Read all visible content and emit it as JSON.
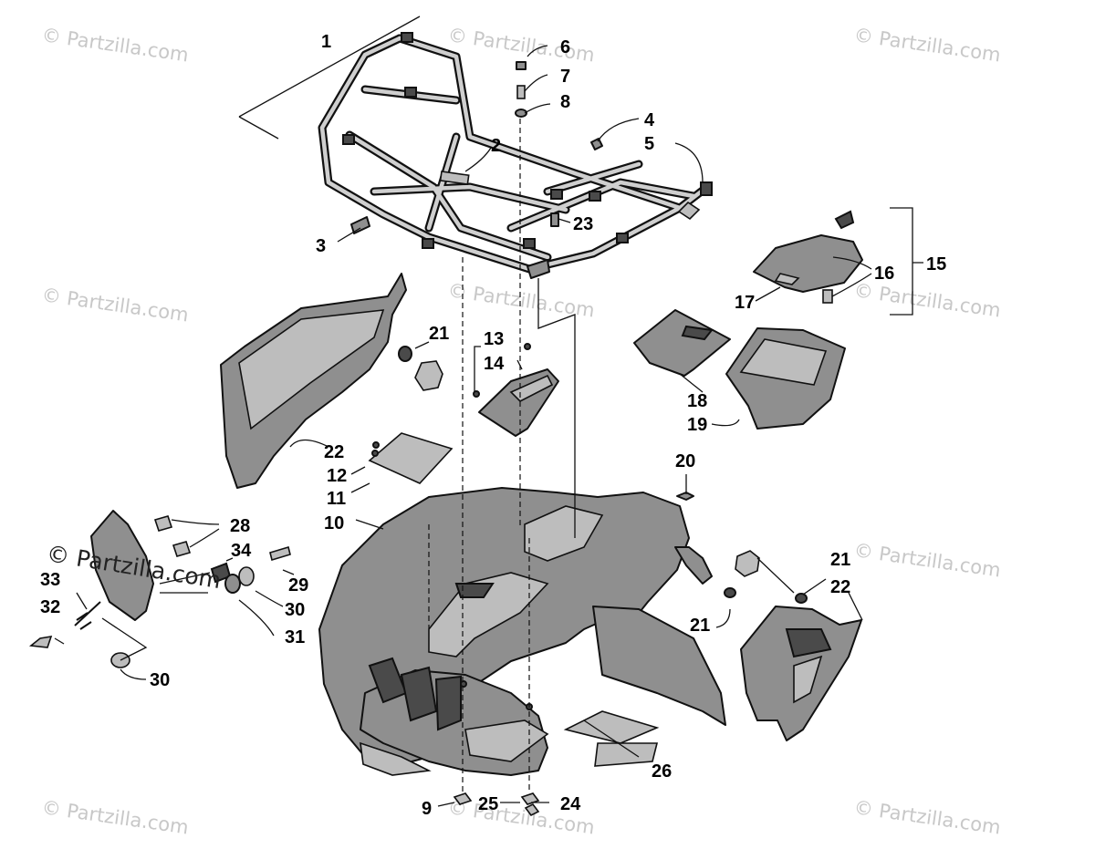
{
  "watermark": "© Partzilla.com",
  "callouts": [
    {
      "id": "c1",
      "text": "1"
    },
    {
      "id": "c2",
      "text": "2"
    },
    {
      "id": "c3",
      "text": "3"
    },
    {
      "id": "c4",
      "text": "4"
    },
    {
      "id": "c5",
      "text": "5"
    },
    {
      "id": "c6",
      "text": "6"
    },
    {
      "id": "c7",
      "text": "7"
    },
    {
      "id": "c8",
      "text": "8"
    },
    {
      "id": "c9",
      "text": "9"
    },
    {
      "id": "c10",
      "text": "10"
    },
    {
      "id": "c11",
      "text": "11"
    },
    {
      "id": "c12",
      "text": "12"
    },
    {
      "id": "c13",
      "text": "13"
    },
    {
      "id": "c14",
      "text": "14"
    },
    {
      "id": "c15",
      "text": "15"
    },
    {
      "id": "c16",
      "text": "16"
    },
    {
      "id": "c17",
      "text": "17"
    },
    {
      "id": "c18",
      "text": "18"
    },
    {
      "id": "c19",
      "text": "19"
    },
    {
      "id": "c20",
      "text": "20"
    },
    {
      "id": "c21a",
      "text": "21"
    },
    {
      "id": "c21b",
      "text": "21"
    },
    {
      "id": "c21c",
      "text": "21"
    },
    {
      "id": "c22a",
      "text": "22"
    },
    {
      "id": "c22b",
      "text": "22"
    },
    {
      "id": "c23",
      "text": "23"
    },
    {
      "id": "c24",
      "text": "24"
    },
    {
      "id": "c25",
      "text": "25"
    },
    {
      "id": "c26",
      "text": "26"
    },
    {
      "id": "c28",
      "text": "28"
    },
    {
      "id": "c29",
      "text": "29"
    },
    {
      "id": "c30a",
      "text": "30"
    },
    {
      "id": "c30b",
      "text": "30"
    },
    {
      "id": "c31",
      "text": "31"
    },
    {
      "id": "c32",
      "text": "32"
    },
    {
      "id": "c33",
      "text": "33"
    },
    {
      "id": "c34",
      "text": "34"
    }
  ]
}
